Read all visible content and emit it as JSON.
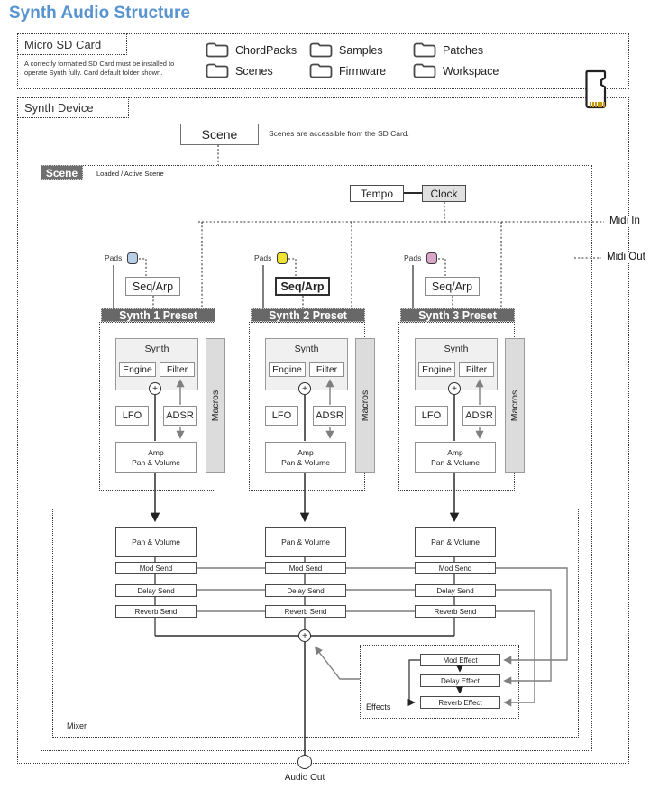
{
  "title": "Synth Audio Structure",
  "colors": {
    "accent": "#5794d0",
    "header_bg": "#686868",
    "pad1": "#b9cfe8",
    "pad2": "#f0e230",
    "pad3": "#d9a6ca",
    "wire_gray": "#7f7f7f"
  },
  "sd_card": {
    "label": "Micro SD Card",
    "note_line1": "A correctly formatted SD Card must be installed to",
    "note_line2": "operate Synth fully. Card default folder shown.",
    "folders": [
      "ChordPacks",
      "Samples",
      "Patches",
      "Scenes",
      "Firmware",
      "Workspace"
    ]
  },
  "device": {
    "label": "Synth Device"
  },
  "scene_file": {
    "label": "Scene",
    "caption": "Scenes are accessible from the SD Card."
  },
  "scene": {
    "label": "Scene",
    "caption": "Loaded / Active Scene"
  },
  "tempo": {
    "label": "Tempo"
  },
  "clock": {
    "label": "Clock"
  },
  "midi": {
    "in_label": "Midi In",
    "out_label": "Midi Out"
  },
  "presets": [
    {
      "header": "Synth 1 Preset",
      "pads_label": "Pads",
      "pad_color": "#b9cfe8",
      "seq_arp": "Seq/Arp",
      "synth": "Synth",
      "engine": "Engine",
      "filter": "Filter",
      "lfo": "LFO",
      "adsr": "ADSR",
      "amp_line1": "Amp",
      "amp_line2": "Pan & Volume",
      "macros": "Macros",
      "plus": "+"
    },
    {
      "header": "Synth 2 Preset",
      "pads_label": "Pads",
      "pad_color": "#f0e230",
      "seq_arp": "Seq/Arp",
      "synth": "Synth",
      "engine": "Engine",
      "filter": "Filter",
      "lfo": "LFO",
      "adsr": "ADSR",
      "amp_line1": "Amp",
      "amp_line2": "Pan & Volume",
      "macros": "Macros",
      "plus": "+"
    },
    {
      "header": "Synth 3 Preset",
      "pads_label": "Pads",
      "pad_color": "#d9a6ca",
      "seq_arp": "Seq/Arp",
      "synth": "Synth",
      "engine": "Engine",
      "filter": "Filter",
      "lfo": "LFO",
      "adsr": "ADSR",
      "amp_line1": "Amp",
      "amp_line2": "Pan & Volume",
      "macros": "Macros",
      "plus": "+"
    }
  ],
  "mixer": {
    "label": "Mixer",
    "plus": "+",
    "channels": [
      {
        "pan": "Pan & Volume",
        "mod": "Mod Send",
        "delay": "Delay Send",
        "reverb": "Reverb Send"
      },
      {
        "pan": "Pan & Volume",
        "mod": "Mod Send",
        "delay": "Delay Send",
        "reverb": "Reverb Send"
      },
      {
        "pan": "Pan & Volume",
        "mod": "Mod Send",
        "delay": "Delay Send",
        "reverb": "Reverb Send"
      }
    ]
  },
  "effects": {
    "label": "Effects",
    "items": [
      "Mod Effect",
      "Delay Effect",
      "Reverb Effect"
    ]
  },
  "audio_out": {
    "label": "Audio Out"
  }
}
